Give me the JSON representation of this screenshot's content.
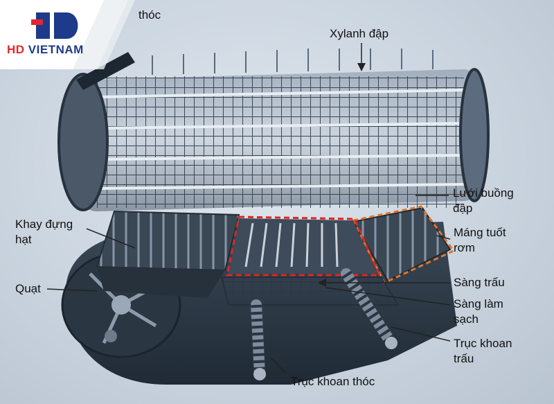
{
  "brand": {
    "logo_text_hd": "HD",
    "logo_text_vn": "VIETNAM",
    "colors": {
      "red": "#e3262e",
      "navy": "#1e3a8a"
    }
  },
  "labels": {
    "partial_top": "thóc",
    "xylanh": "Xylanh đập",
    "luoi_1": "Lưới buồng",
    "luoi_2": "đập",
    "khay_1": "Khay đựng",
    "khay_2": "hạt",
    "mang_1": "Máng tuốt",
    "mang_2": "rơm",
    "quat": "Quạt",
    "sang_trau": "Sàng trấu",
    "sang_lam_1": "Sàng làm",
    "sang_lam_2": "sạch",
    "truc_trau_1": "Trục khoan",
    "truc_trau_2": "trấu",
    "truc_thoc": "Trục khoan thóc"
  },
  "colors": {
    "machine_dark": "#2e3b48",
    "machine_mid": "#55667a",
    "machine_light": "#9aa8b8",
    "highlight_red": "#e0261f",
    "highlight_orange": "#e2742a"
  }
}
